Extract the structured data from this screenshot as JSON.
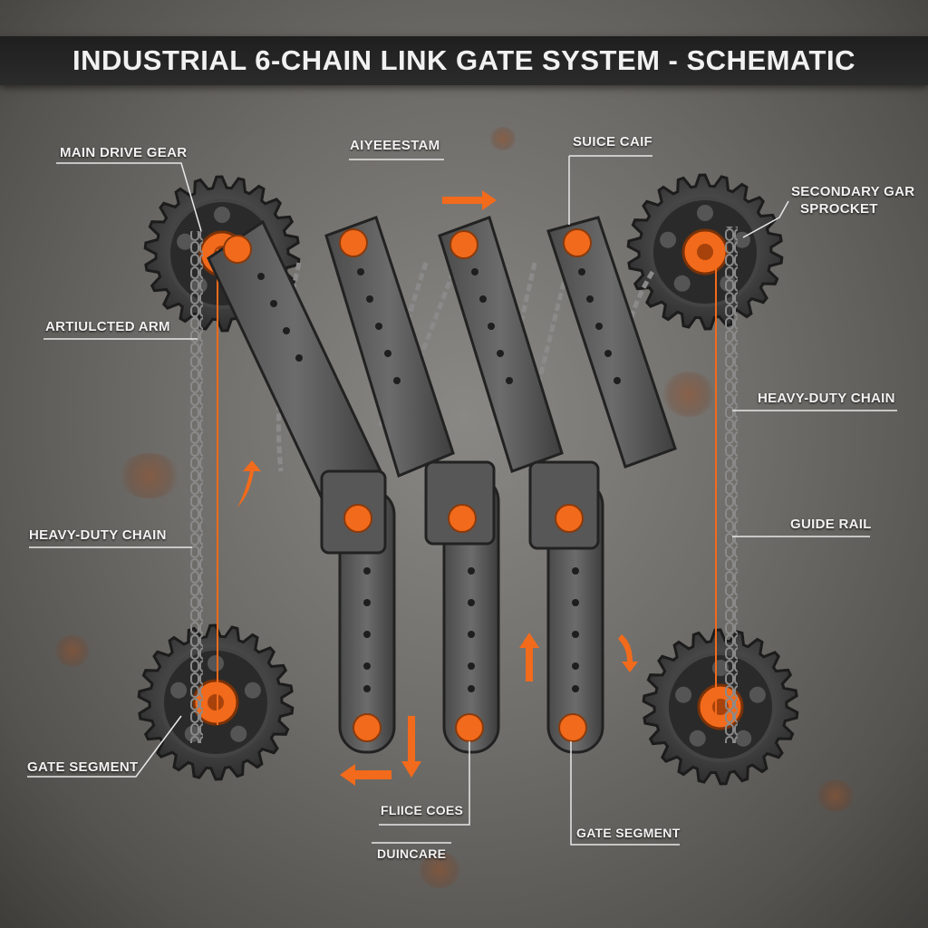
{
  "title": "INDUSTRIAL 6-CHAIN LINK GATE SYSTEM - SCHEMATIC",
  "colors": {
    "accent": "#f26a1b",
    "metal": "#5a5a5a",
    "dark_metal": "#3a3a3a",
    "label_line": "#e8e8e8"
  },
  "labels": {
    "main_drive_gear": "MAIN DRIVE GEAR",
    "aiyeeestam": "AIYEEESTAM",
    "suice_caif": "SUICE CAIF",
    "secondary_gar": "SECONDARY GAR",
    "sprocket": "SPROCKET",
    "artiulcted_arm": "ARTIULCTED ARM",
    "heavy_duty_chain_right": "HEAVY-DUTY CHAIN",
    "guide_rail": "GUIDE RAIL",
    "heavy_duty_chain_left": "HEAVY-DUTY CHAIN",
    "gate_segment_left": "GATE SEGMENT",
    "fliice_coes": "FLIICE COES",
    "duincare": "DUINCARE",
    "gate_segment_bottom": "GATE SEGMENT"
  },
  "icons": [
    "gear-icon",
    "sprocket-icon",
    "chain-icon",
    "arrow-icon"
  ]
}
